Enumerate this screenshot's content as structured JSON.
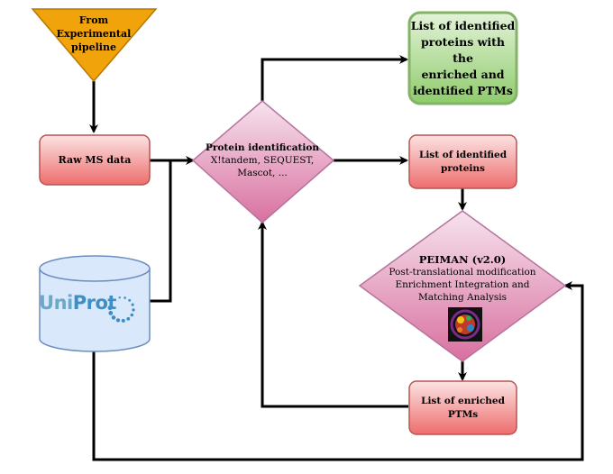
{
  "nodes": {
    "source": {
      "lines": [
        "From",
        "Experimental",
        "pipeline"
      ]
    },
    "raw_ms": {
      "label": "Raw MS data"
    },
    "uniprot": {
      "logo_text_uni": "Uni",
      "logo_text_prot": "Prot"
    },
    "protein_id": {
      "title": "Protein identification",
      "lines": [
        "X!tandem, SEQUEST,",
        "Mascot, ..."
      ]
    },
    "identified_proteins": {
      "lines": [
        "List of identified",
        "proteins"
      ]
    },
    "final_output": {
      "lines": [
        "List of identified",
        "proteins with the",
        "enriched and",
        "identified PTMs"
      ]
    },
    "peiman": {
      "title": "PEIMAN (v2.0)",
      "lines": [
        "Post-translational modification",
        "Enrichment Integration and",
        "Matching Analysis"
      ],
      "logo_icon": "peiman-logo-icon"
    },
    "enriched_ptms": {
      "lines": [
        "List of enriched",
        "PTMs"
      ]
    }
  },
  "colors": {
    "source_fill": "#f0a30a",
    "red_box": "#f17b7b",
    "green_box": "#97d077",
    "diamond_fill": "#e6a0c4",
    "cylinder_fill": "#dae8fc",
    "uniprot_blue": "#3f8ec4",
    "uniprot_teal": "#6fa8c4"
  }
}
